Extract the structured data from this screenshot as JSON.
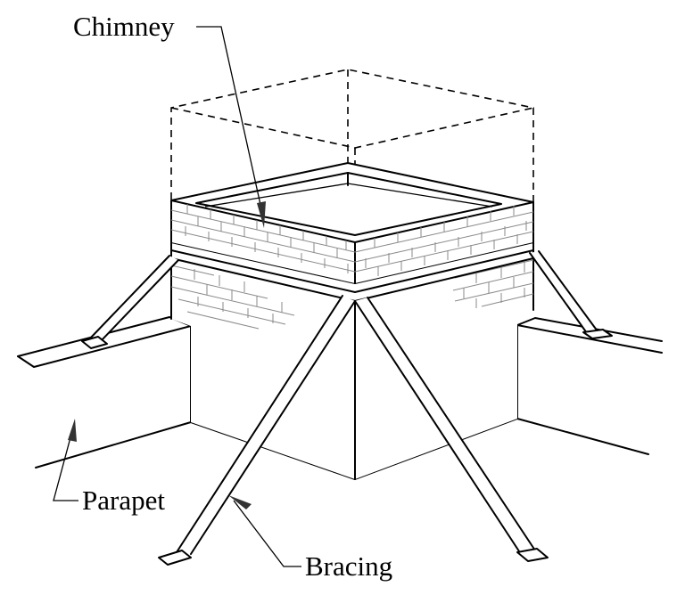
{
  "labels": {
    "chimney": "Chimney",
    "parapet": "Parapet",
    "bracing": "Bracing"
  },
  "colors": {
    "line": "#000000",
    "brick": "#8a8a8a",
    "background": "#ffffff"
  }
}
